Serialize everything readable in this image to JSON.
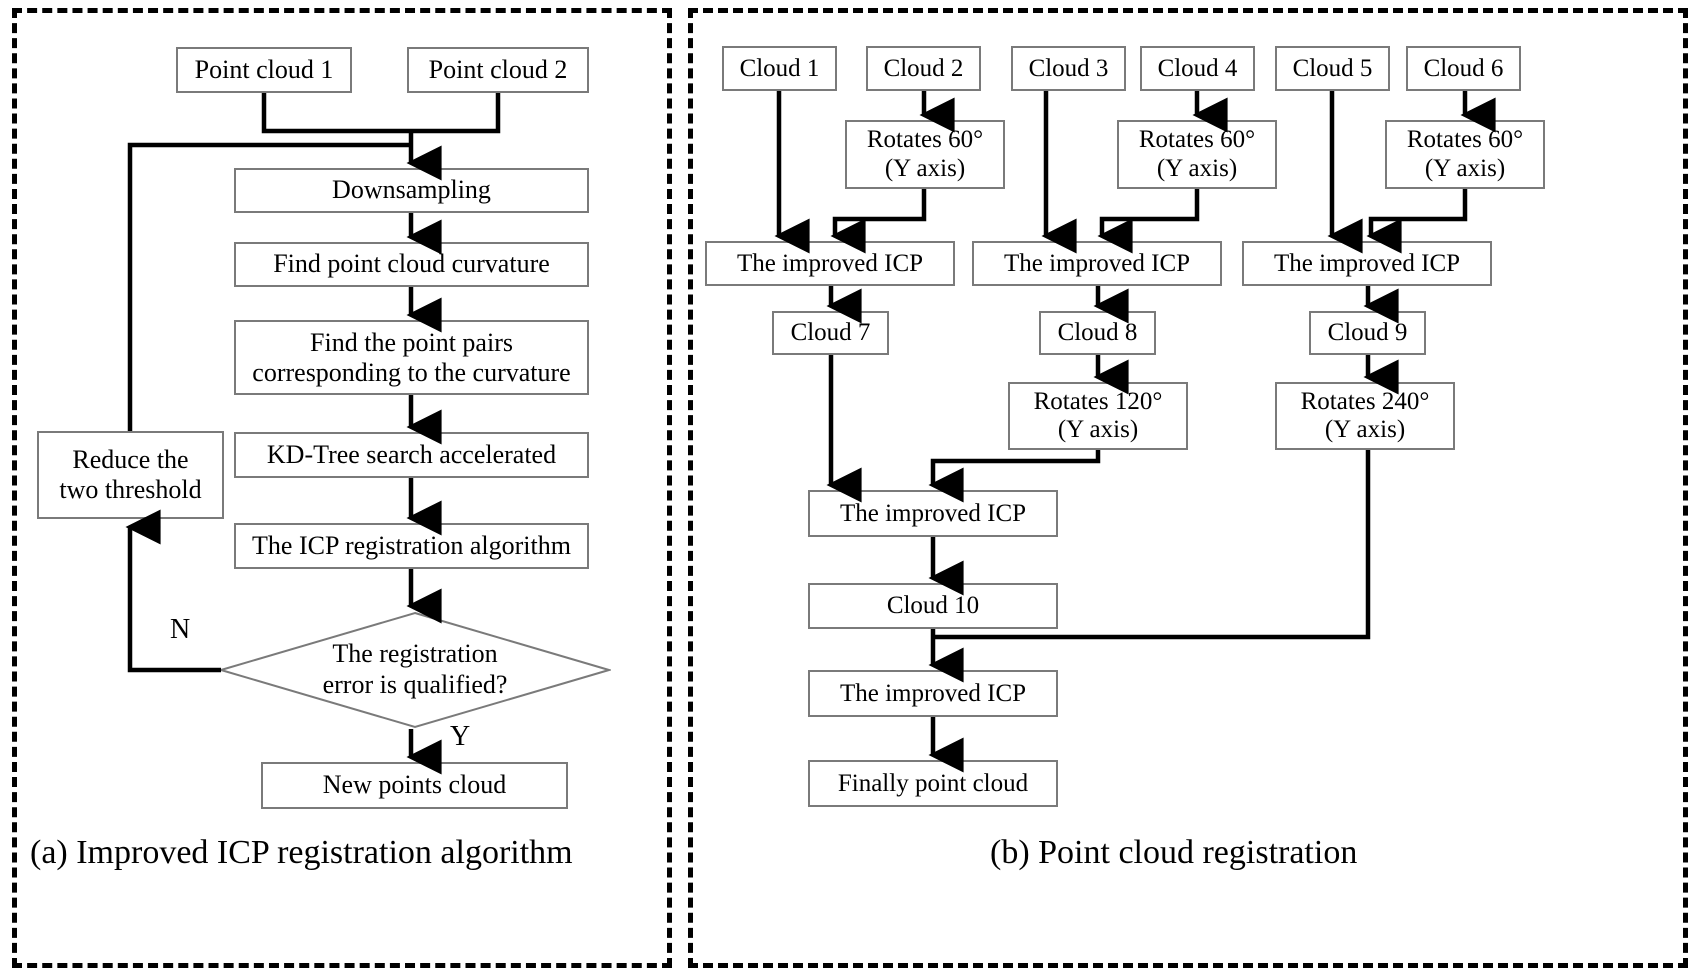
{
  "figure": {
    "panels": [
      {
        "id": "a",
        "caption": "(a) Improved ICP registration algorithm",
        "nodes": [
          {
            "name": "point-cloud-1",
            "label": "Point cloud 1"
          },
          {
            "name": "point-cloud-2",
            "label": "Point cloud 2"
          },
          {
            "name": "downsampling",
            "label": "Downsampling"
          },
          {
            "name": "find-point-cloud-curvature",
            "label": "Find point cloud curvature"
          },
          {
            "name": "find-point-pairs",
            "label_line1": "Find the point pairs",
            "label_line2": "corresponding to the curvature"
          },
          {
            "name": "kd-tree-search",
            "label": "KD-Tree search accelerated"
          },
          {
            "name": "icp-registration-algorithm",
            "label": "The ICP registration algorithm"
          },
          {
            "name": "reduce-two-threshold",
            "label_line1": "Reduce the",
            "label_line2": "two threshold"
          },
          {
            "name": "registration-error-decision",
            "label_line1": "The  registration",
            "label_line2": "error is qualified?"
          },
          {
            "name": "new-points-cloud",
            "label": "New points cloud"
          }
        ],
        "edge_labels": {
          "no": "N",
          "yes": "Y"
        }
      },
      {
        "id": "b",
        "caption": "(b) Point cloud registration",
        "nodes": [
          {
            "name": "cloud-1",
            "label": "Cloud 1"
          },
          {
            "name": "cloud-2",
            "label": "Cloud 2"
          },
          {
            "name": "cloud-3",
            "label": "Cloud 3"
          },
          {
            "name": "cloud-4",
            "label": "Cloud 4"
          },
          {
            "name": "cloud-5",
            "label": "Cloud 5"
          },
          {
            "name": "cloud-6",
            "label": "Cloud 6"
          },
          {
            "name": "rotates-60-a",
            "label_line1": "Rotates 60°",
            "label_line2": "(Y axis)"
          },
          {
            "name": "rotates-60-b",
            "label_line1": "Rotates 60°",
            "label_line2": "(Y axis)"
          },
          {
            "name": "rotates-60-c",
            "label_line1": "Rotates 60°",
            "label_line2": "(Y axis)"
          },
          {
            "name": "improved-icp-1",
            "label": "The improved ICP"
          },
          {
            "name": "improved-icp-2",
            "label": "The improved ICP"
          },
          {
            "name": "improved-icp-3",
            "label": "The improved ICP"
          },
          {
            "name": "cloud-7",
            "label": "Cloud 7"
          },
          {
            "name": "cloud-8",
            "label": "Cloud 8"
          },
          {
            "name": "cloud-9",
            "label": "Cloud 9"
          },
          {
            "name": "rotates-120",
            "label_line1": "Rotates 120°",
            "label_line2": "(Y axis)"
          },
          {
            "name": "rotates-240",
            "label_line1": "Rotates 240°",
            "label_line2": "(Y axis)"
          },
          {
            "name": "improved-icp-4",
            "label": "The improved ICP"
          },
          {
            "name": "cloud-10",
            "label": "Cloud 10"
          },
          {
            "name": "improved-icp-5",
            "label": "The improved ICP"
          },
          {
            "name": "finally-point-cloud",
            "label": "Finally point cloud"
          }
        ]
      }
    ],
    "colors": {
      "stroke": "#000000",
      "box_border": "#7a7a7a",
      "background": "#ffffff"
    }
  }
}
